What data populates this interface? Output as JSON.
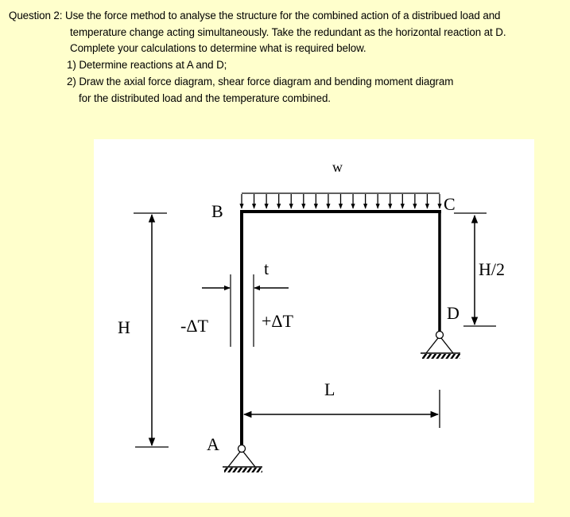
{
  "question": {
    "lines": [
      "Question 2: Use the force method to analyse the structure for the combined action of a distribued load and",
      "temperature change acting simultaneously. Take the redundant as the horizontal reaction at D.",
      "Complete your calculations to determine what is required below.",
      "1) Determine reactions at A and D;",
      "2) Draw the axial force diagram, shear force diagram and bending moment diagram",
      "for the distributed load and the temperature combined."
    ]
  },
  "figure": {
    "labels": {
      "load": "w",
      "node_b": "B",
      "node_c": "C",
      "node_d": "D",
      "node_a": "A",
      "height": "H",
      "half_height": "H/2",
      "span": "L",
      "thickness": "t",
      "temp_minus": "-ΔT",
      "temp_plus": "+ΔT"
    },
    "load_arrow_count": 17,
    "supports": {
      "A": "pin-support-icon",
      "D": "pin-support-icon"
    },
    "colors": {
      "background": "#ffffcc",
      "figure_background": "#ffffff",
      "ink": "#000000"
    }
  }
}
